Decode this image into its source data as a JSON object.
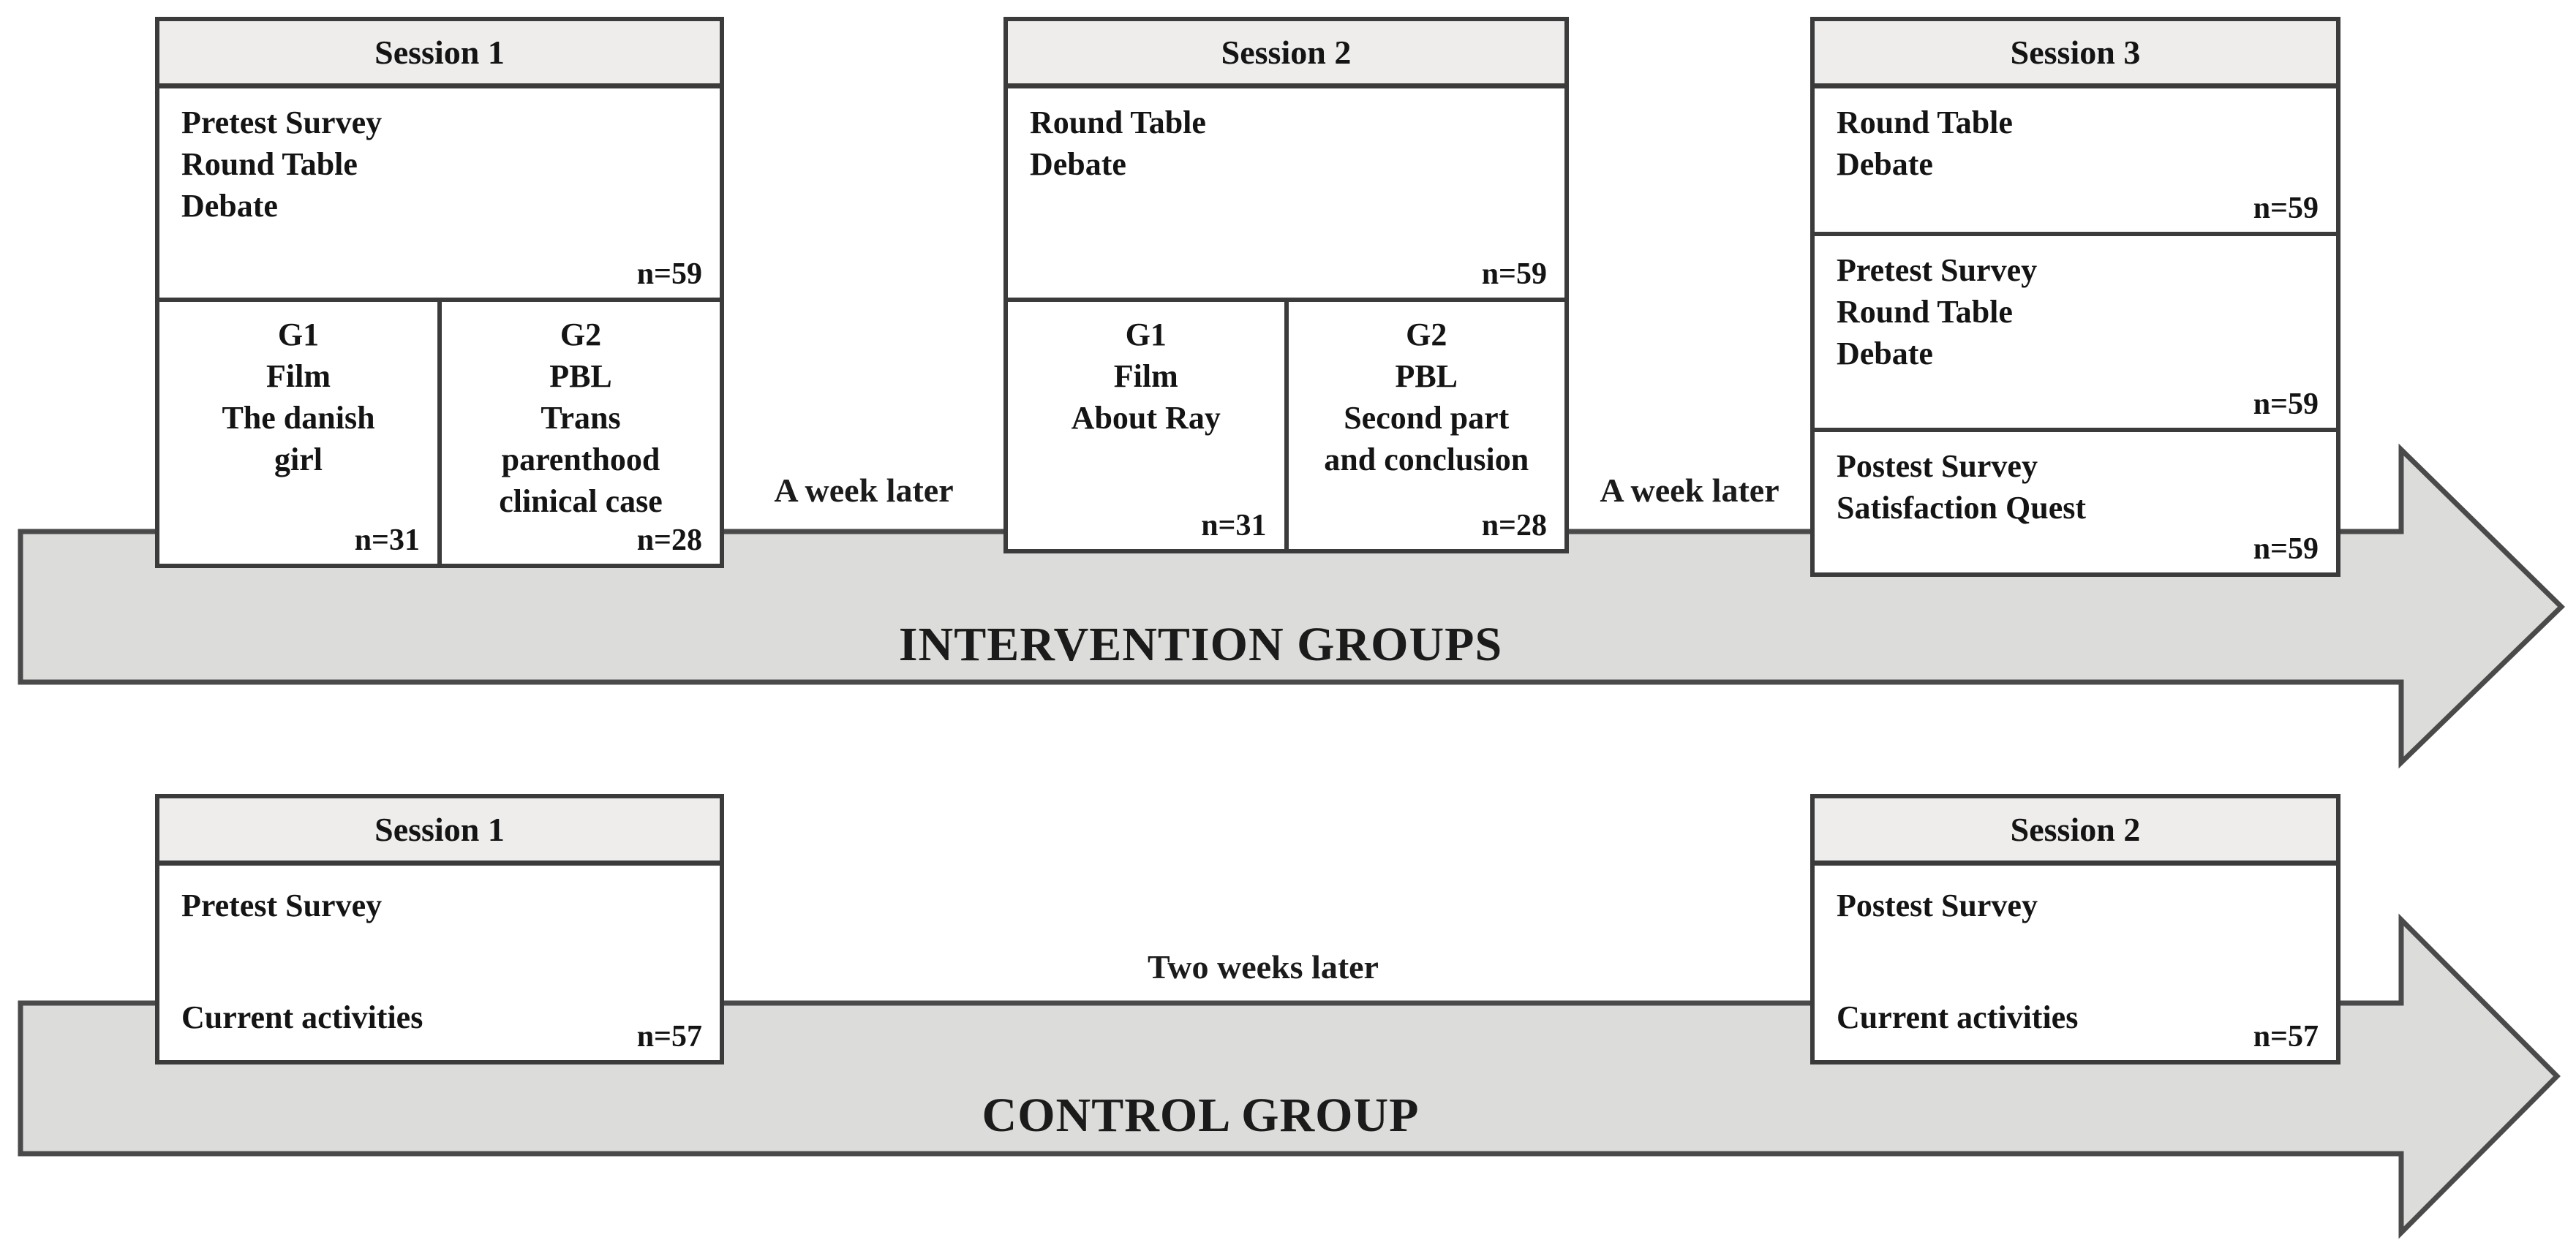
{
  "intervention": {
    "arrow_label": "INTERVENTION GROUPS",
    "gap1": "A week later",
    "gap2": "A week later",
    "session1": {
      "title": "Session 1",
      "lines": [
        "Pretest Survey",
        "Round Table",
        "Debate"
      ],
      "n": "n=59",
      "g1": {
        "lines": [
          "G1",
          "Film",
          "The danish",
          "girl"
        ],
        "n": "n=31"
      },
      "g2": {
        "lines": [
          "G2",
          "PBL",
          "Trans",
          "parenthood",
          "clinical case"
        ],
        "n": "n=28"
      }
    },
    "session2": {
      "title": "Session 2",
      "lines": [
        "Round Table",
        "Debate"
      ],
      "n": "n=59",
      "g1": {
        "lines": [
          "G1",
          "Film",
          "About Ray"
        ],
        "n": "n=31"
      },
      "g2": {
        "lines": [
          "G2",
          "PBL",
          "Second part",
          "and conclusion"
        ],
        "n": "n=28"
      }
    },
    "session3": {
      "title": "Session 3",
      "panel1": {
        "lines": [
          "Round Table",
          "Debate"
        ],
        "n": "n=59"
      },
      "panel2": {
        "lines": [
          "Pretest Survey",
          "Round Table",
          "Debate"
        ],
        "n": "n=59"
      },
      "panel3": {
        "lines": [
          "Postest Survey",
          "Satisfaction Quest"
        ],
        "n": "n=59"
      }
    }
  },
  "control": {
    "arrow_label": "CONTROL GROUP",
    "gap": "Two weeks later",
    "session1": {
      "title": "Session 1",
      "line1": "Pretest Survey",
      "line2": "Current activities",
      "n": "n=57"
    },
    "session2": {
      "title": "Session 2",
      "line1": "Postest Survey",
      "line2": "Current activities",
      "n": "n=57"
    }
  },
  "colors": {
    "arrow_fill": "#dcdcda",
    "arrow_stroke": "#4a4a4a",
    "box_border": "#3b3b3b",
    "header_fill": "#eeedec"
  }
}
